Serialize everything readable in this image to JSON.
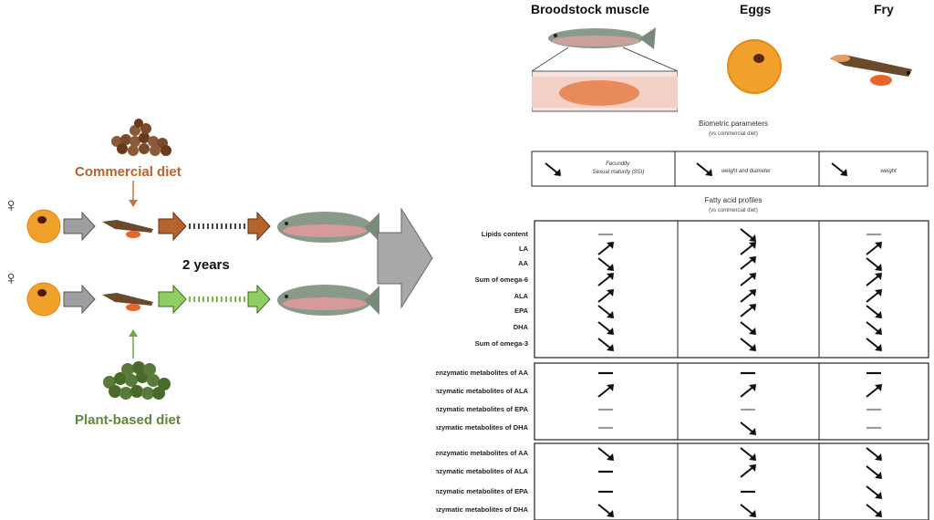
{
  "columns": [
    "Broodstock muscle",
    "Eggs",
    "Fry"
  ],
  "diets": {
    "commercial": "Commercial diet",
    "plant": "Plant-based diet"
  },
  "duration": "2 years",
  "female_symbol": "♀",
  "biometric": {
    "title": "Biometric parameters",
    "subtitle": "(vs commercial diet)",
    "cells": [
      "Fecundity\nSexual maturity (SSI)",
      "weight and diameter",
      "weight"
    ]
  },
  "fatty_acids": {
    "title": "Fatty acid profiles",
    "subtitle": "(vs commercial diet)",
    "rows": [
      "Lipids content",
      "LA",
      "AA",
      "Sum of omega-6",
      "ALA",
      "EPA",
      "DHA",
      "Sum of omega-3"
    ]
  },
  "non_enzymatic_rows": [
    "Total non-enzymatic metabolites of AA",
    "Total non enzymatic metabolites of ALA",
    "Total non enzymatic metabolites of EPA",
    "Total non-enzymatic metabolites of DHA"
  ],
  "enzymatic_rows": [
    "Total enzymatic metabolites of AA",
    "Total enzymatic metabolites of ALA",
    "Total enzymatic metabolites of EPA",
    "Total enzymatic metabolites of DHA"
  ],
  "colors": {
    "commercial": "#b5652c",
    "plant": "#6aa84f",
    "arrow_grey": "#9e9e9e"
  }
}
